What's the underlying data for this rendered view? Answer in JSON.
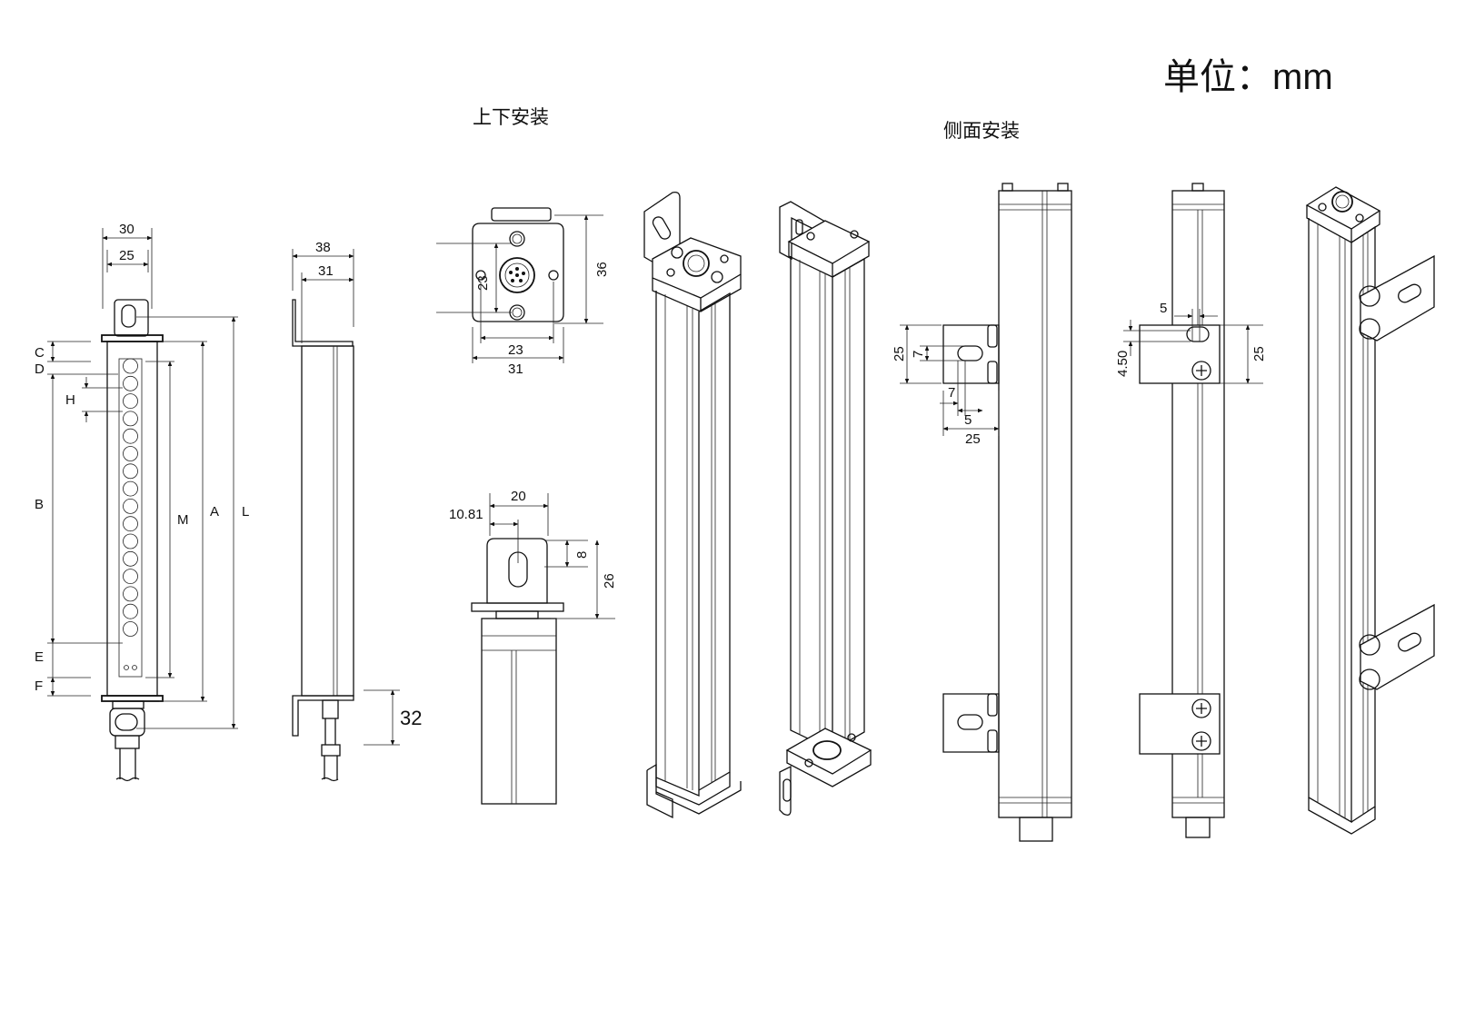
{
  "unit_label": "单位：mm",
  "section_titles": {
    "vertical_mount": "上下安装",
    "side_mount": "侧面安装"
  },
  "front_view": {
    "width_outer": "30",
    "width_inner": "25",
    "labels": {
      "C": "C",
      "D": "D",
      "H": "H",
      "B": "B",
      "M": "M",
      "A": "A",
      "L": "L",
      "E": "E",
      "F": "F"
    }
  },
  "side_view": {
    "width_outer": "38",
    "width_inner": "31",
    "cable_length": "32"
  },
  "top_mount_detail": {
    "height": "36",
    "hole_pitch_v": "23",
    "hole_pitch_h": "23",
    "width": "31"
  },
  "bracket_detail": {
    "width": "20",
    "offset": "10.81",
    "slot_height": "8",
    "height": "26"
  },
  "side_bracket_a": {
    "height": "25",
    "slot_width": "7",
    "slot_gap_a": "7",
    "slot_gap_b": "5",
    "width": "25"
  },
  "side_bracket_b": {
    "slot_offset": "5",
    "slot_height": "4.50",
    "height": "25"
  }
}
